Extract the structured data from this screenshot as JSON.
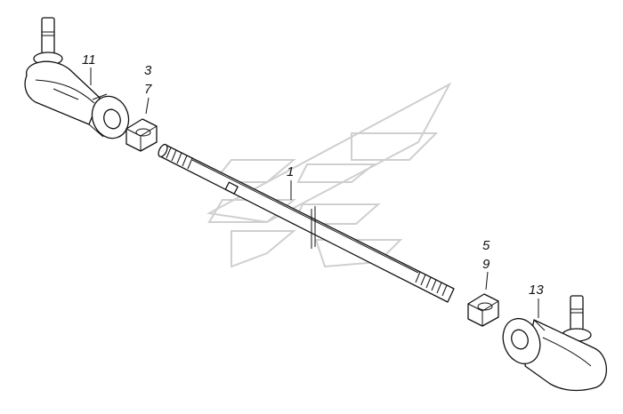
{
  "callouts": {
    "n11": "11",
    "n3": "3",
    "n7": "7",
    "n1": "1",
    "n5": "5",
    "n9": "9",
    "n13": "13"
  },
  "colors": {
    "ink": "#111111",
    "watermark": "#cfcfcf",
    "background": "#ffffff"
  }
}
